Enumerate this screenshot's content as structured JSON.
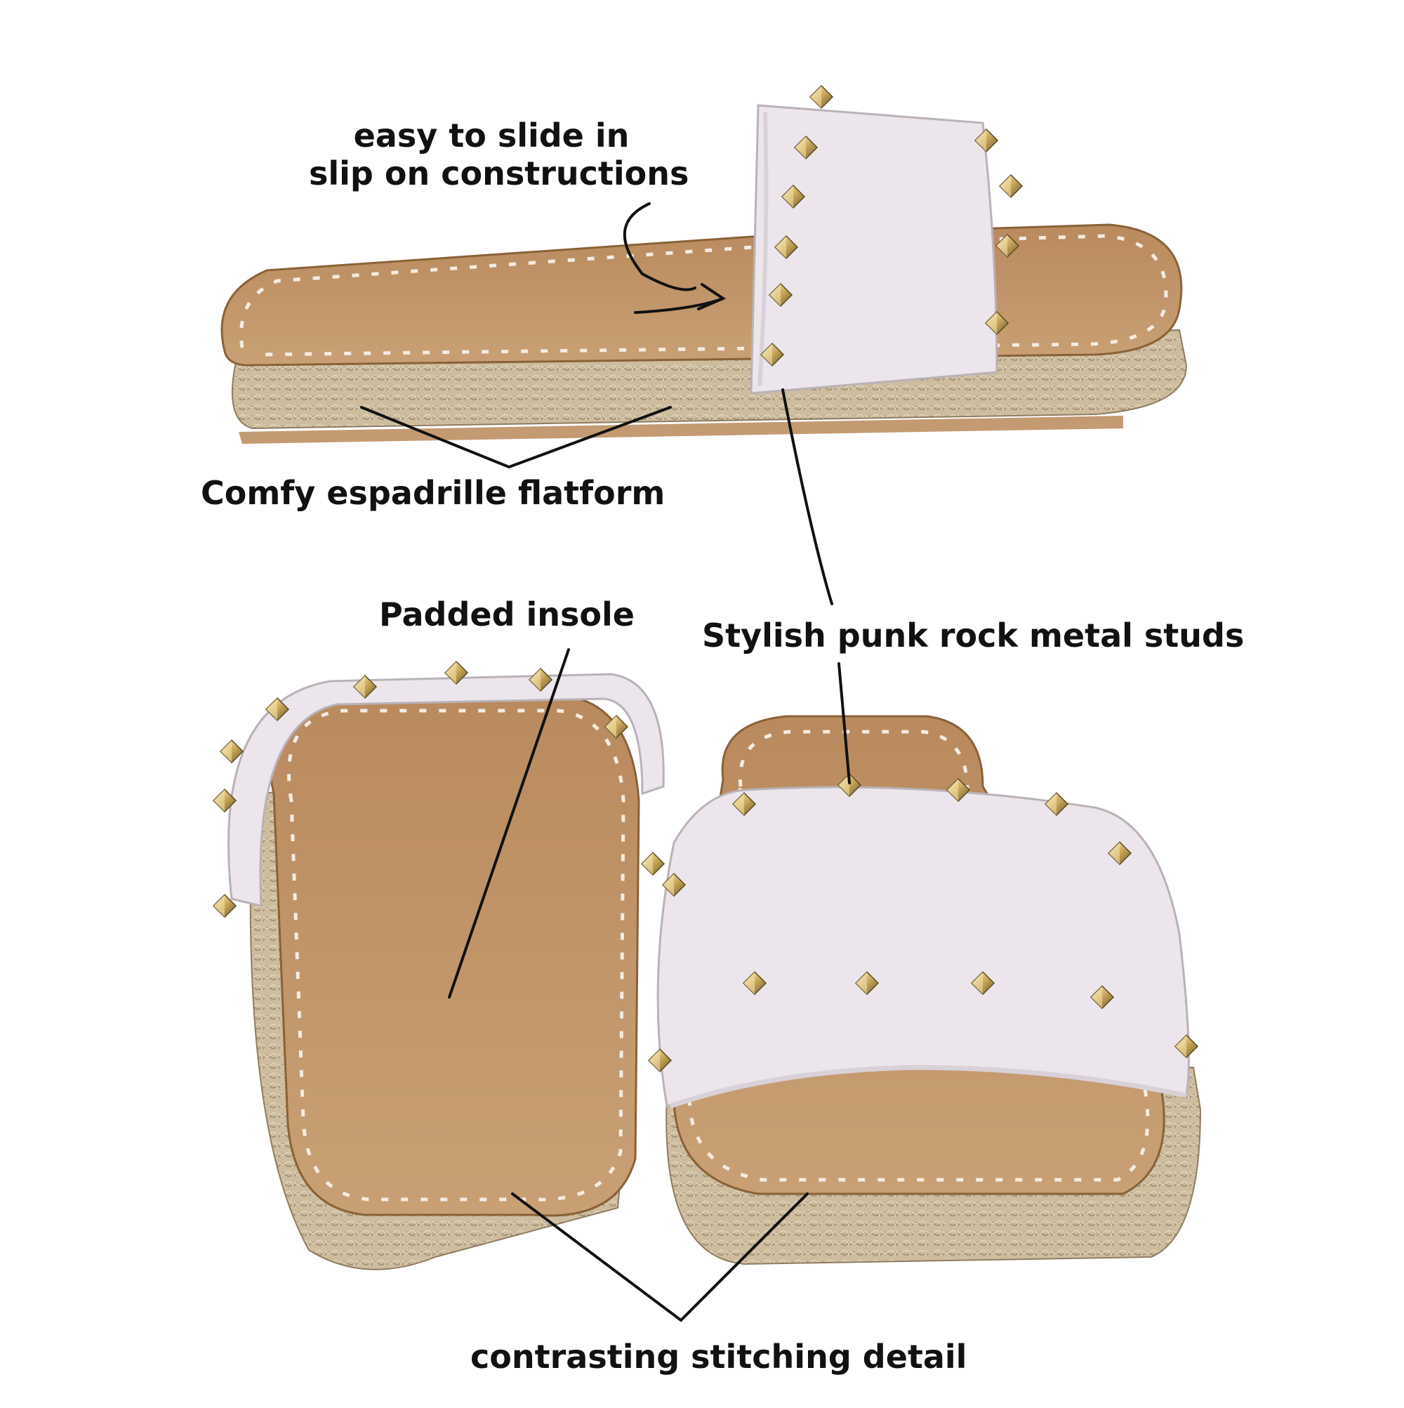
{
  "annotations": {
    "slide_line1": "easy to slide in",
    "slide_line2": "slip on constructions",
    "espadrille": "Comfy espadrille flatform",
    "padded": "Padded insole",
    "studs": "Stylish punk rock metal studs",
    "stitching": "contrasting stitching detail"
  },
  "colors": {
    "background": "#ffffff",
    "insole": "#c69a6e",
    "strap": "#ece7ec",
    "jute": "#c8b89a",
    "stud": "#d8bf7a",
    "stitch": "#f3ece2",
    "ink": "#111111"
  }
}
